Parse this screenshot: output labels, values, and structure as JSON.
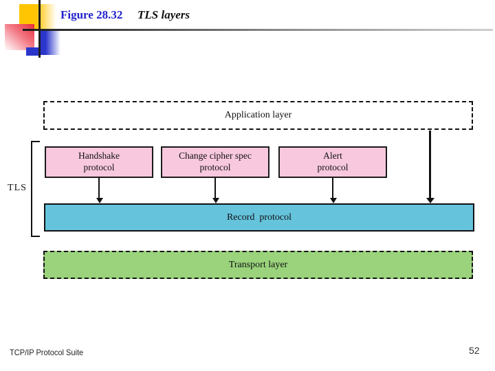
{
  "slide": {
    "figure_label": "Figure 28.32",
    "figure_title": "TLS layers",
    "footer_left": "TCP/IP Protocol Suite",
    "page_number": "52"
  },
  "diagram": {
    "application_layer": "Application layer",
    "tls_label": "TLS",
    "protocol_boxes": [
      {
        "line1": "Handshake",
        "line2": "protocol"
      },
      {
        "line1": "Change cipher spec",
        "line2": "protocol"
      },
      {
        "line1": "Alert",
        "line2": "protocol"
      }
    ],
    "record_protocol": "Record  protocol",
    "transport_layer": "Transport layer"
  },
  "colors": {
    "title_blue": "#2222cc",
    "box_pink": "#f8c8de",
    "record_cyan": "#65c3dc",
    "transport_green": "#9ad37c",
    "accent_yellow": "#ffc502",
    "accent_red": "#e93540",
    "accent_blue": "#2a35cc"
  }
}
